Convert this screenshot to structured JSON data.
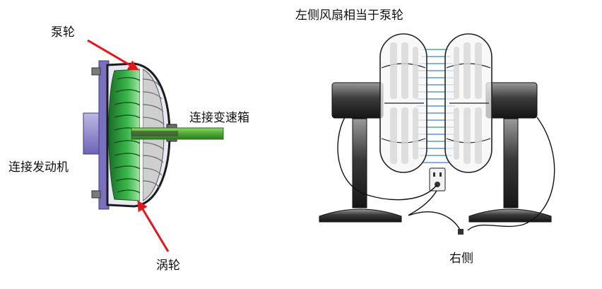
{
  "labels": {
    "pump_wheel": "泵轮",
    "to_gearbox": "连接变速箱",
    "to_engine": "连接发动机",
    "turbine": "涡轮",
    "fan_caption": "左侧风扇相当于泵轮",
    "right_side": "右侧"
  },
  "colors": {
    "arrow": "#e8141c",
    "housing": "#6e64b4",
    "impeller_green": "#2a9a3a",
    "shaft_green": "#5bb53a",
    "fan_dark": "#2a2a2a",
    "airflow": "#6aa6d8"
  }
}
